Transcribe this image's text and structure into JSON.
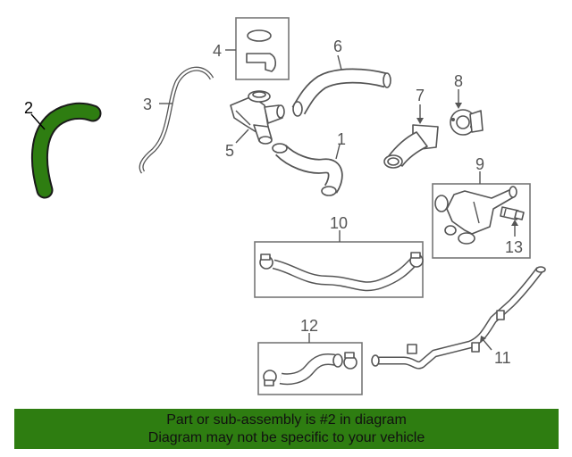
{
  "callouts": {
    "c1": "1",
    "c2": "2",
    "c3": "3",
    "c4": "4",
    "c5": "5",
    "c6": "6",
    "c7": "7",
    "c8": "8",
    "c9": "9",
    "c10": "10",
    "c11": "11",
    "c12": "12",
    "c13": "13"
  },
  "highlight_color": "#2e7d11",
  "banner": {
    "line1": "Part or sub-assembly is #2 in diagram",
    "line2": "Diagram may not be specific to your vehicle"
  }
}
